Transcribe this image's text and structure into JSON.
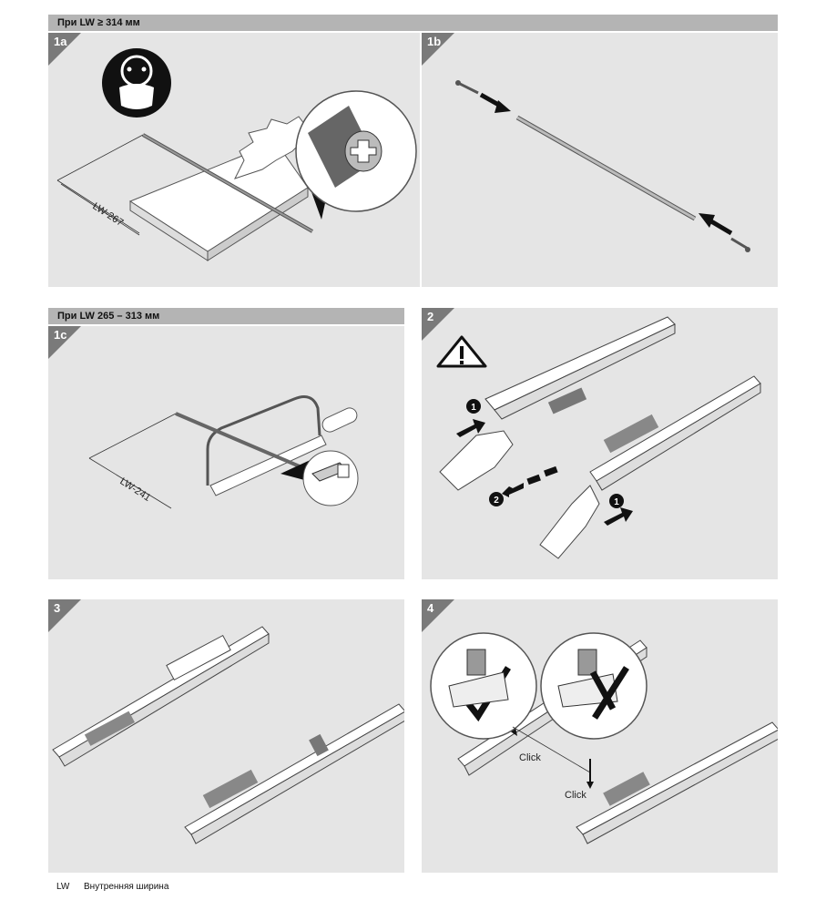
{
  "sections": {
    "top": {
      "header": "При LW ≥ 314 мм"
    },
    "middle": {
      "header": "При LW 265 – 313 мм"
    }
  },
  "steps": {
    "s1a": "1a",
    "s1b": "1b",
    "s1c": "1c",
    "s2": "2",
    "s3": "3",
    "s4": "4"
  },
  "labels": {
    "lw_267": "LW-267",
    "lw_241": "LW-241",
    "click_1": "Click",
    "click_2": "Click",
    "marker_1a": "1",
    "marker_2": "2",
    "marker_1b": "1"
  },
  "icons": [
    "mask-icon",
    "warning-icon",
    "saw-blade-icon",
    "hacksaw-icon",
    "hand-icon",
    "arrow-icon",
    "check-icon",
    "cross-icon"
  ],
  "legend": {
    "abbr": "LW",
    "text": "Внутренняя ширина"
  },
  "colors": {
    "header_bg": "#b4b4b4",
    "panel_bg": "#e5e5e5",
    "step_tab": "#7a7a7a",
    "ink": "#111111"
  }
}
